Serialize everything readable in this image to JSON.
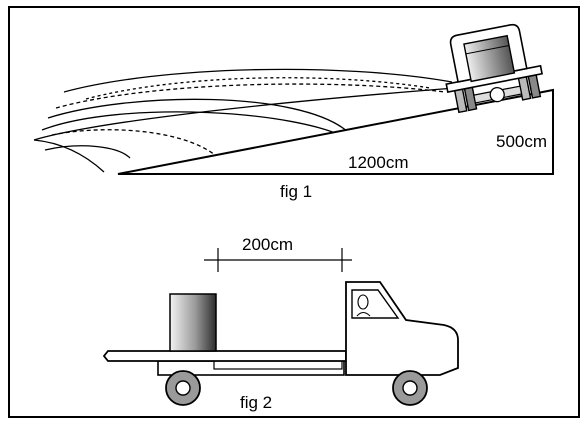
{
  "fig1": {
    "caption": "fig 1",
    "ramp_length_label": "1200cm",
    "ramp_height_label": "500cm"
  },
  "fig2": {
    "caption": "fig 2",
    "distance_label": "200cm"
  },
  "colors": {
    "outline": "#000000",
    "background": "#ffffff",
    "box_dark": "#333333",
    "box_light": "#f2f2f2",
    "wheel_gray": "#9a9a9a"
  }
}
